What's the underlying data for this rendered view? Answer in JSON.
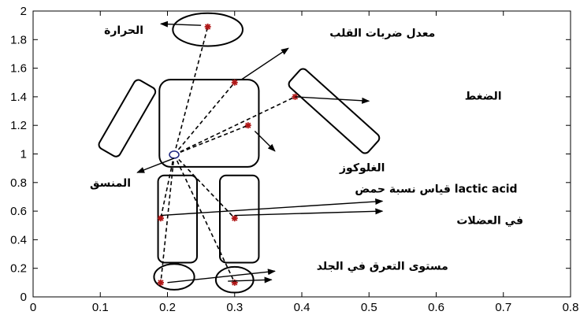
{
  "chart_data": {
    "type": "scatter",
    "title": "",
    "xlabel": "",
    "ylabel": "",
    "xlim": [
      0,
      0.8
    ],
    "ylim": [
      0,
      2
    ],
    "x_ticks": [
      "0",
      "0.1",
      "0.2",
      "0.3",
      "0.4",
      "0.5",
      "0.6",
      "0.7",
      "0.8"
    ],
    "y_ticks": [
      "0",
      "0.2",
      "0.4",
      "0.6",
      "0.8",
      "1",
      "1.2",
      "1.4",
      "1.6",
      "1.8",
      "2"
    ],
    "grid": false,
    "hub": {
      "x": 0.21,
      "y": 0.995
    },
    "sensors": [
      {
        "x": 0.26,
        "y": 1.89
      },
      {
        "x": 0.3,
        "y": 1.5
      },
      {
        "x": 0.39,
        "y": 1.4
      },
      {
        "x": 0.32,
        "y": 1.2
      },
      {
        "x": 0.19,
        "y": 0.55
      },
      {
        "x": 0.3,
        "y": 0.55
      },
      {
        "x": 0.19,
        "y": 0.1
      },
      {
        "x": 0.3,
        "y": 0.1
      }
    ],
    "annotations": [
      {
        "text": "الحرارة",
        "x": 0.135,
        "y": 1.84
      },
      {
        "text": "معدل ضربات القلب",
        "x": 0.52,
        "y": 1.82
      },
      {
        "text": "الضغط",
        "x": 0.67,
        "y": 1.38
      },
      {
        "text": "الغلوكوز",
        "x": 0.49,
        "y": 0.88
      },
      {
        "text": "المنسق",
        "x": 0.115,
        "y": 0.77
      },
      {
        "text": "قياس نسبة حمض lactic acid",
        "x": 0.6,
        "y": 0.73
      },
      {
        "text": "في العضلات",
        "x": 0.68,
        "y": 0.51
      },
      {
        "text": "مستوى التعرق في الجلد",
        "x": 0.52,
        "y": 0.19
      }
    ],
    "colors": {
      "sensor": "#b01818",
      "hub": "#1a237e",
      "line": "#000000"
    }
  }
}
